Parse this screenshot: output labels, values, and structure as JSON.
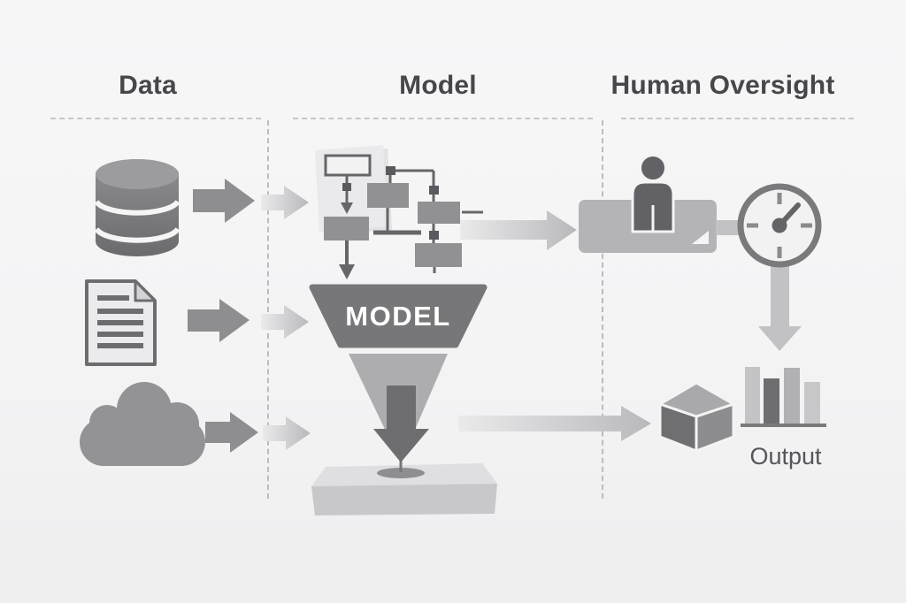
{
  "diagram": {
    "columns": [
      {
        "id": "data",
        "label": "Data"
      },
      {
        "id": "model",
        "label": "Model"
      },
      {
        "id": "oversight",
        "label": "Human Oversight"
      }
    ],
    "funnel_label": "MODEL",
    "output_label": "Output",
    "icons": [
      "database-icon",
      "document-icon",
      "cloud-icon",
      "flowchart-icon",
      "funnel-icon",
      "platform-icon",
      "person-desk-icon",
      "clock-icon",
      "cube-icon",
      "bar-chart-icon",
      "arrow-right-icon",
      "arrow-down-icon"
    ],
    "colors": {
      "background": "#f4f4f5",
      "heading_text": "#47474b",
      "icon_dark": "#6e6e71",
      "icon_medium": "#8e8e91",
      "icon_light": "#c3c3c6",
      "divider": "#bcbcbf",
      "funnel_dark": "#77777a",
      "funnel_light": "#adadb0",
      "label_text": "#55555a",
      "funnel_text": "#ffffff"
    }
  }
}
